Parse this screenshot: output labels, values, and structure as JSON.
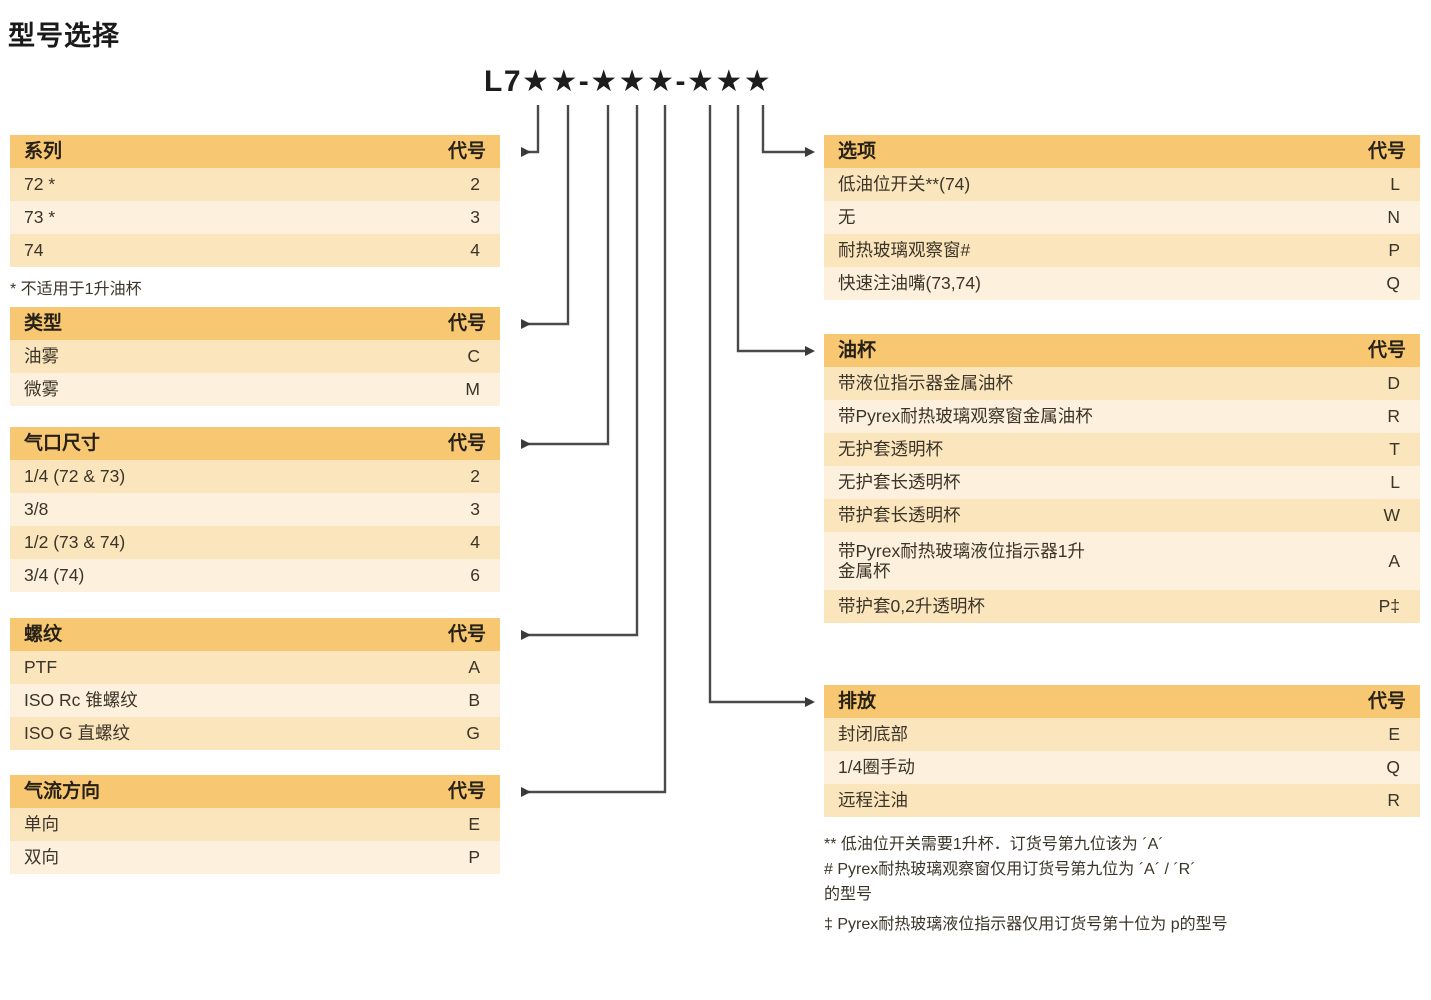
{
  "page_title": "型号选择",
  "model_code": "L7★★-★★★-★★★",
  "code_header": "代号",
  "colors": {
    "header_bg": "#f7c871",
    "row_odd_bg": "#fbe5bd",
    "row_even_bg": "#fdf1dd",
    "leader_line": "#4a4a4a",
    "text": "#3b3429"
  },
  "left_tables": [
    {
      "id": "series",
      "title": "系列",
      "rows": [
        {
          "label": "72 *",
          "code": "2"
        },
        {
          "label": "73 *",
          "code": "3"
        },
        {
          "label": "74",
          "code": "4"
        }
      ],
      "note": "* 不适用于1升油杯"
    },
    {
      "id": "type",
      "title": "类型",
      "rows": [
        {
          "label": "油雾",
          "code": "C"
        },
        {
          "label": "微雾",
          "code": "M"
        }
      ]
    },
    {
      "id": "port-size",
      "title": "气口尺寸",
      "rows": [
        {
          "label": "1/4 (72 & 73)",
          "code": "2"
        },
        {
          "label": "3/8",
          "code": "3"
        },
        {
          "label": "1/2 (73 & 74)",
          "code": "4"
        },
        {
          "label": "3/4 (74)",
          "code": "6"
        }
      ]
    },
    {
      "id": "thread",
      "title": "螺纹",
      "rows": [
        {
          "label": "PTF",
          "code": "A"
        },
        {
          "label": "ISO Rc 锥螺纹",
          "code": "B"
        },
        {
          "label": "ISO G 直螺纹",
          "code": "G"
        }
      ]
    },
    {
      "id": "flow-direction",
      "title": "气流方向",
      "rows": [
        {
          "label": "单向",
          "code": "E"
        },
        {
          "label": "双向",
          "code": "P"
        }
      ]
    }
  ],
  "right_tables": [
    {
      "id": "options",
      "title": "选项",
      "rows": [
        {
          "label": "低油位开关**(74)",
          "code": "L"
        },
        {
          "label": "无",
          "code": "N"
        },
        {
          "label": "耐热玻璃观察窗#",
          "code": "P"
        },
        {
          "label": "快速注油嘴(73,74)",
          "code": "Q"
        }
      ]
    },
    {
      "id": "bowl",
      "title": "油杯",
      "rows": [
        {
          "label": "带液位指示器金属油杯",
          "code": "D"
        },
        {
          "label": "带Pyrex耐热玻璃观察窗金属油杯",
          "code": "R"
        },
        {
          "label": "无护套透明杯",
          "code": "T"
        },
        {
          "label": "无护套长透明杯",
          "code": "L"
        },
        {
          "label": "带护套长透明杯",
          "code": "W"
        },
        {
          "label": "带Pyrex耐热玻璃液位指示器1升\n金属杯",
          "code": "A"
        },
        {
          "label": "带护套0,2升透明杯",
          "code": "P‡"
        }
      ]
    },
    {
      "id": "drain",
      "title": "排放",
      "rows": [
        {
          "label": "封闭底部",
          "code": "E"
        },
        {
          "label": "1/4圈手动",
          "code": "Q"
        },
        {
          "label": "远程注油",
          "code": "R"
        }
      ]
    }
  ],
  "footnotes": [
    "** 低油位开关需要1升杯．订货号第九位该为 ´A´",
    "# Pyrex耐热玻璃观察窗仅用订货号第九位为 ´A´ / ´R´",
    "的型号",
    "‡ Pyrex耐热玻璃液位指示器仅用订货号第十位为 p的型号"
  ]
}
